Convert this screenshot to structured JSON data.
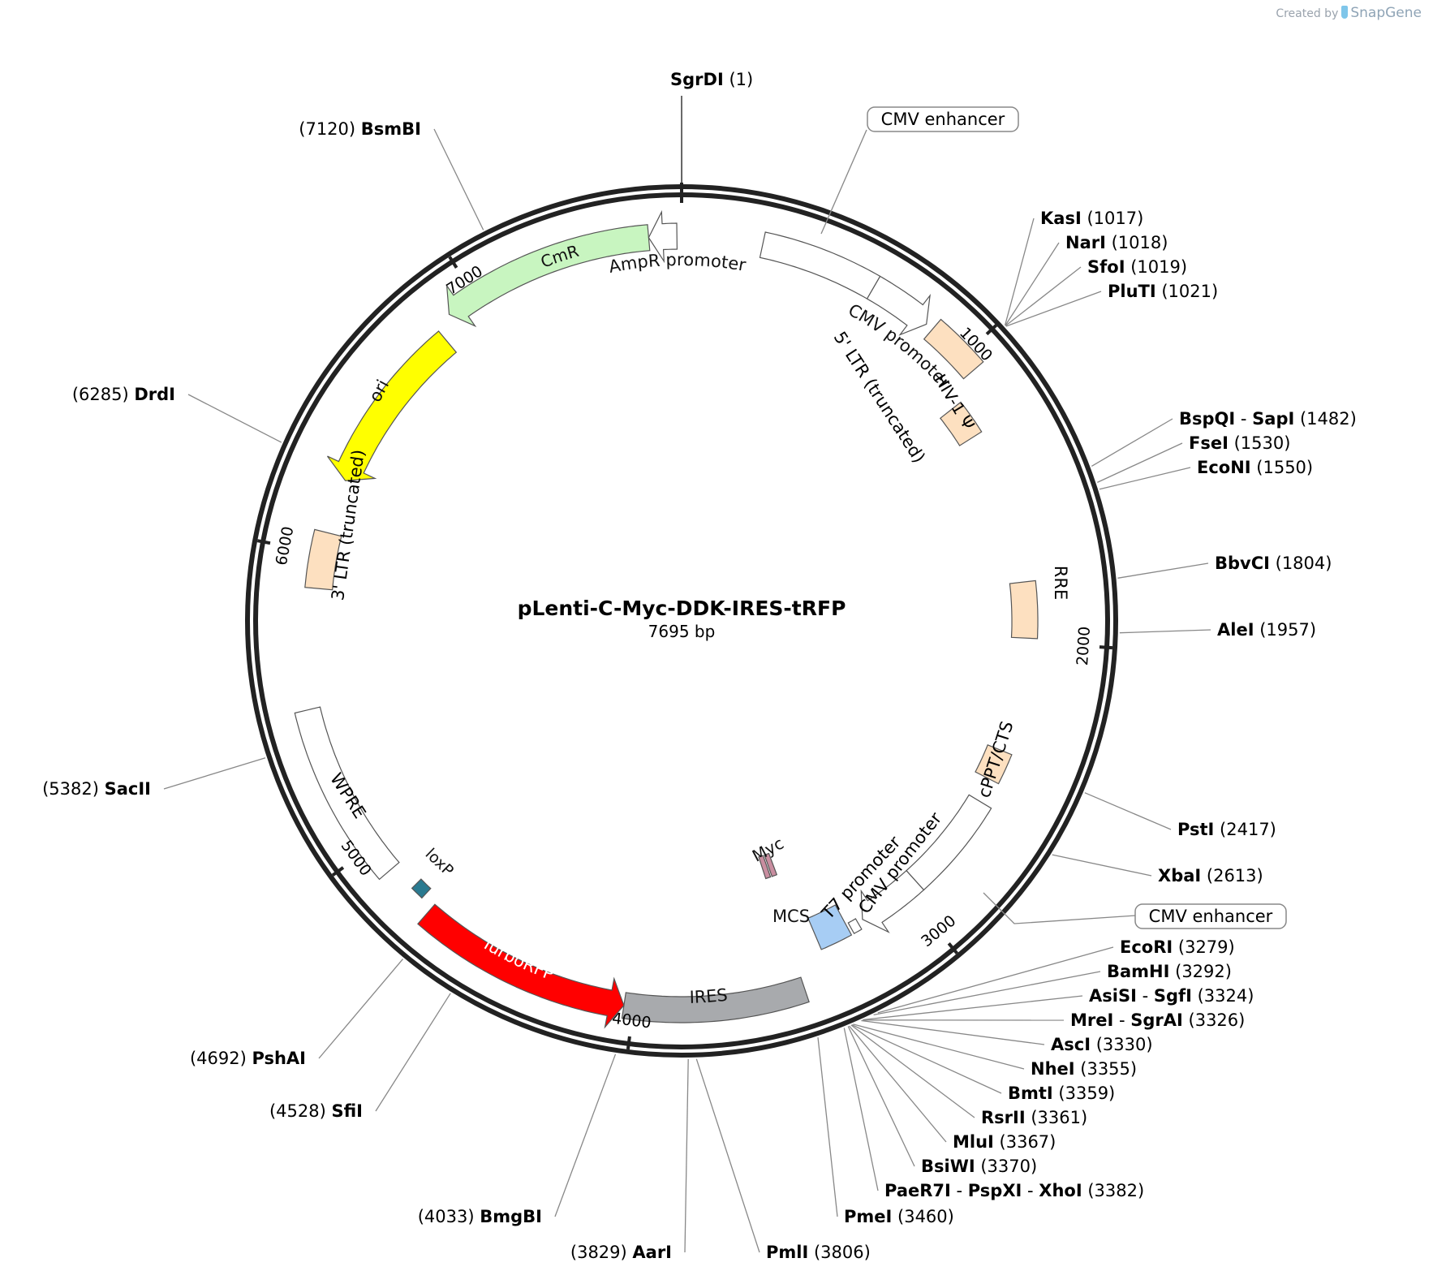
{
  "watermark": {
    "prefix": "Created by",
    "brand": "SnapGene"
  },
  "plasmid": {
    "name": "pLenti-C-Myc-DDK-IRES-tRFP",
    "size_label": "7695 bp",
    "length": 7695
  },
  "ticks": [
    "1000",
    "2000",
    "3000",
    "4000",
    "5000",
    "6000",
    "7000"
  ],
  "features": [
    {
      "id": "cmv-enhancer-1",
      "label": "CMV enhancer",
      "boxed": true,
      "fill": "#ffffff"
    },
    {
      "id": "cmv-promoter-1",
      "label": "CMV promoter",
      "fill": "#ffffff"
    },
    {
      "id": "ltr5",
      "label": "5' LTR (truncated)",
      "fill": "#fde0c0"
    },
    {
      "id": "hiv-psi",
      "label": "HIV-1 Ψ",
      "fill": "#fde0c0"
    },
    {
      "id": "rre",
      "label": "RRE",
      "fill": "#fde0c0"
    },
    {
      "id": "cppt",
      "label": "cPPT/CTS",
      "fill": "#fde0c0"
    },
    {
      "id": "cmv-enhancer-2",
      "label": "CMV enhancer",
      "boxed": true,
      "fill": "#ffffff"
    },
    {
      "id": "cmv-promoter-2",
      "label": "CMV promoter",
      "fill": "#ffffff"
    },
    {
      "id": "t7-promoter",
      "label": "T7 promoter",
      "fill": "#ffffff"
    },
    {
      "id": "mcs",
      "label": "MCS",
      "fill": "#a7cdf4"
    },
    {
      "id": "myc",
      "label": "Myc",
      "fill": "#c98ea0"
    },
    {
      "id": "ires",
      "label": "IRES",
      "fill": "#a8aaad"
    },
    {
      "id": "turborfp",
      "label": "TurboRFP",
      "fill": "#ff0000"
    },
    {
      "id": "loxp",
      "label": "loxP",
      "fill": "#2a7a90"
    },
    {
      "id": "wpre",
      "label": "WPRE",
      "fill": "#ffffff"
    },
    {
      "id": "ltr3",
      "label": "3' LTR (truncated)",
      "fill": "#fde0c0"
    },
    {
      "id": "ori",
      "label": "ori",
      "fill": "#ffff00"
    },
    {
      "id": "cmr",
      "label": "CmR",
      "fill": "#c8f5c0"
    },
    {
      "id": "ampr-promoter",
      "label": "AmpR promoter",
      "fill": "#ffffff"
    }
  ],
  "sites": [
    {
      "id": "sgrdi",
      "names": [
        "SgrDI"
      ],
      "pos": "(1)"
    },
    {
      "id": "kasi",
      "names": [
        "KasI"
      ],
      "pos": "(1017)"
    },
    {
      "id": "nari",
      "names": [
        "NarI"
      ],
      "pos": "(1018)"
    },
    {
      "id": "sfoi",
      "names": [
        "SfoI"
      ],
      "pos": "(1019)"
    },
    {
      "id": "pluti",
      "names": [
        "PluTI"
      ],
      "pos": "(1021)"
    },
    {
      "id": "bspqi",
      "names": [
        "BspQI",
        "SapI"
      ],
      "pos": "(1482)"
    },
    {
      "id": "fsei",
      "names": [
        "FseI"
      ],
      "pos": "(1530)"
    },
    {
      "id": "econi",
      "names": [
        "EcoNI"
      ],
      "pos": "(1550)"
    },
    {
      "id": "bbvci",
      "names": [
        "BbvCI"
      ],
      "pos": "(1804)"
    },
    {
      "id": "alei",
      "names": [
        "AleI"
      ],
      "pos": "(1957)"
    },
    {
      "id": "psti",
      "names": [
        "PstI"
      ],
      "pos": "(2417)"
    },
    {
      "id": "xbai",
      "names": [
        "XbaI"
      ],
      "pos": "(2613)"
    },
    {
      "id": "ecori",
      "names": [
        "EcoRI"
      ],
      "pos": "(3279)"
    },
    {
      "id": "bamhi",
      "names": [
        "BamHI"
      ],
      "pos": "(3292)"
    },
    {
      "id": "asisi",
      "names": [
        "AsiSI",
        "SgfI"
      ],
      "pos": "(3324)"
    },
    {
      "id": "mrei",
      "names": [
        "MreI",
        "SgrAI"
      ],
      "pos": "(3326)"
    },
    {
      "id": "asci",
      "names": [
        "AscI"
      ],
      "pos": "(3330)"
    },
    {
      "id": "nhei",
      "names": [
        "NheI"
      ],
      "pos": "(3355)"
    },
    {
      "id": "bmti",
      "names": [
        "BmtI"
      ],
      "pos": "(3359)"
    },
    {
      "id": "rsrii",
      "names": [
        "RsrII"
      ],
      "pos": "(3361)"
    },
    {
      "id": "mlui",
      "names": [
        "MluI"
      ],
      "pos": "(3367)"
    },
    {
      "id": "bsiwi",
      "names": [
        "BsiWI"
      ],
      "pos": "(3370)"
    },
    {
      "id": "paer7i",
      "names": [
        "PaeR7I",
        "PspXI",
        "XhoI"
      ],
      "pos": "(3382)"
    },
    {
      "id": "pmei",
      "names": [
        "PmeI"
      ],
      "pos": "(3460)"
    },
    {
      "id": "pmli",
      "names": [
        "PmlI"
      ],
      "pos": "(3806)"
    },
    {
      "id": "aari",
      "names": [
        "AarI"
      ],
      "pos": "(3829)"
    },
    {
      "id": "bmgbi",
      "names": [
        "BmgBI"
      ],
      "pos": "(4033)"
    },
    {
      "id": "sfii",
      "names": [
        "SfiI"
      ],
      "pos": "(4528)"
    },
    {
      "id": "pshai",
      "names": [
        "PshAI"
      ],
      "pos": "(4692)"
    },
    {
      "id": "sacii",
      "names": [
        "SacII"
      ],
      "pos": "(5382)"
    },
    {
      "id": "drdi",
      "names": [
        "DrdI"
      ],
      "pos": "(6285)"
    },
    {
      "id": "bsmbi",
      "names": [
        "BsmBI"
      ],
      "pos": "(7120)"
    }
  ]
}
